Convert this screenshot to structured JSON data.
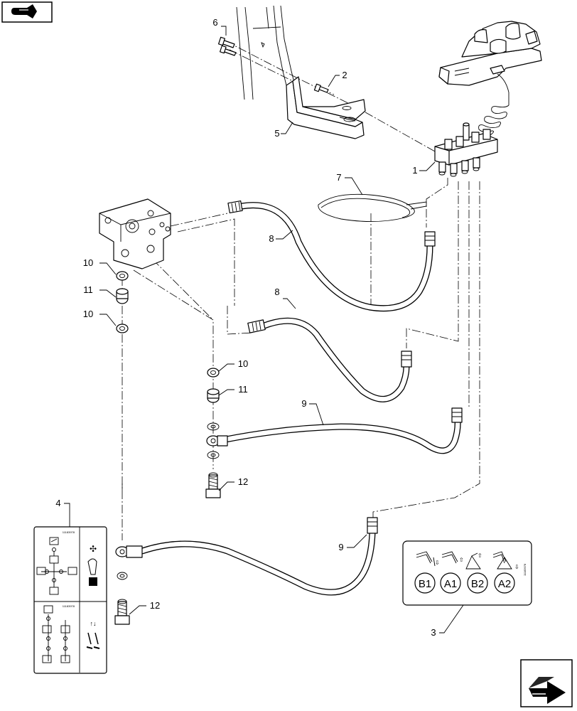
{
  "callouts": {
    "c1": "1",
    "c2": "2",
    "c3": "3",
    "c4": "4",
    "c5": "5",
    "c6": "6",
    "c7": "7",
    "c8a": "8",
    "c8b": "8",
    "c9a": "9",
    "c9b": "9",
    "c10a": "10",
    "c10b": "10",
    "c10c": "10",
    "c11a": "11",
    "c11b": "11",
    "c12a": "12",
    "c12b": "12"
  },
  "decal": {
    "positions": [
      "B1",
      "A1",
      "B2",
      "A2"
    ],
    "part_number": "11183978"
  },
  "nav": {
    "top_left_icon": "back-arrow-icon",
    "bottom_right_icon": "forward-arrow-icon"
  }
}
